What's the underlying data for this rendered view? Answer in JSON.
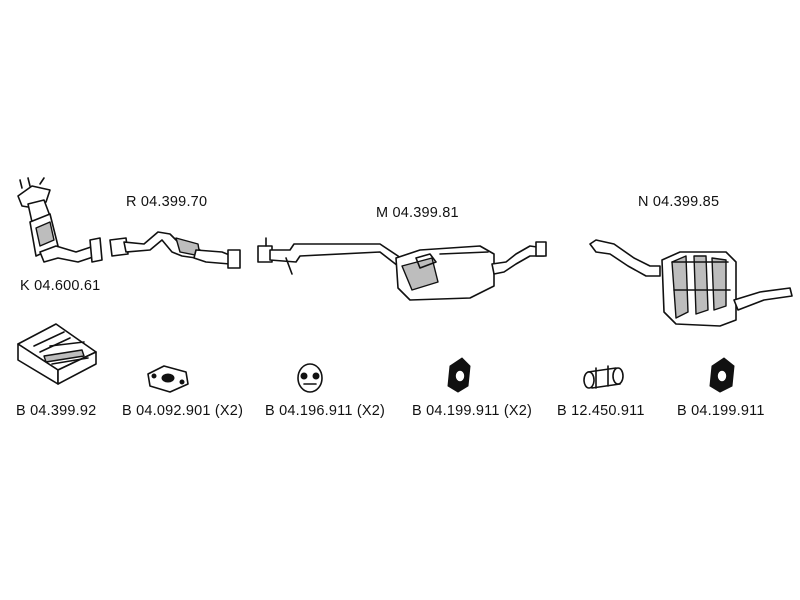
{
  "parts": {
    "catalyst": {
      "label": "K 04.600.61"
    },
    "front_pipe": {
      "label": "R 04.399.70"
    },
    "middle": {
      "label": "M 04.399.81"
    },
    "rear": {
      "label": "N 04.399.85"
    },
    "kit": {
      "label": "B 04.399.92"
    },
    "gasket": {
      "label": "B 04.092.901 (X2)"
    },
    "ring": {
      "label": "B 04.196.911 (X2)"
    },
    "hanger_a": {
      "label": "B 04.199.911 (X2)"
    },
    "clamp": {
      "label": "B 12.450.911"
    },
    "hanger_b": {
      "label": "B 04.199.911"
    }
  },
  "colors": {
    "ink": "#111111",
    "paper": "#ffffff",
    "shade": "#bdbdbd"
  }
}
